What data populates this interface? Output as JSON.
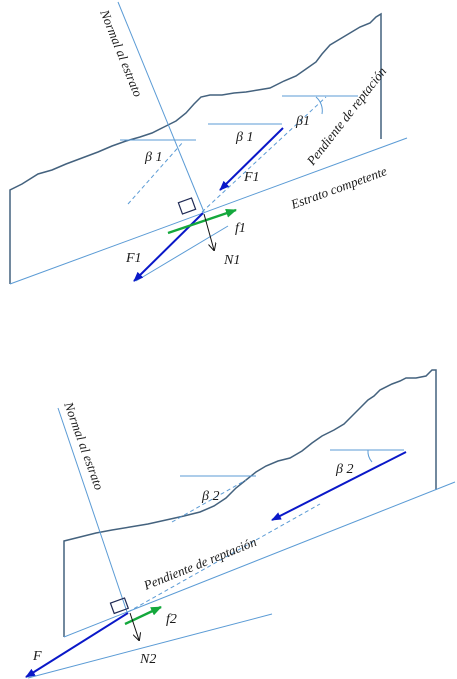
{
  "colors": {
    "guide": "#5b9bd5",
    "terrain": "#44627e",
    "force": "#0a18c8",
    "friction": "#14a83c",
    "normal": "#111111",
    "text": "#1a1a1a"
  },
  "top": {
    "normal_line_label": "Normal al estrato",
    "slope_label": "Pendiente de reptación",
    "stratum_label": "Estrato competente",
    "angle_labels": [
      "β 1",
      "β 1",
      "β1"
    ],
    "force_upper": "F1",
    "force_lower": "F1",
    "friction": "f1",
    "normal_force": "N1"
  },
  "bottom": {
    "normal_line_label": "Normal al estrato",
    "slope_label": "Pendiente de reptación",
    "angle_labels": [
      "β 2",
      "β 2"
    ],
    "force": "F",
    "friction": "f2",
    "normal_force": "N2"
  }
}
